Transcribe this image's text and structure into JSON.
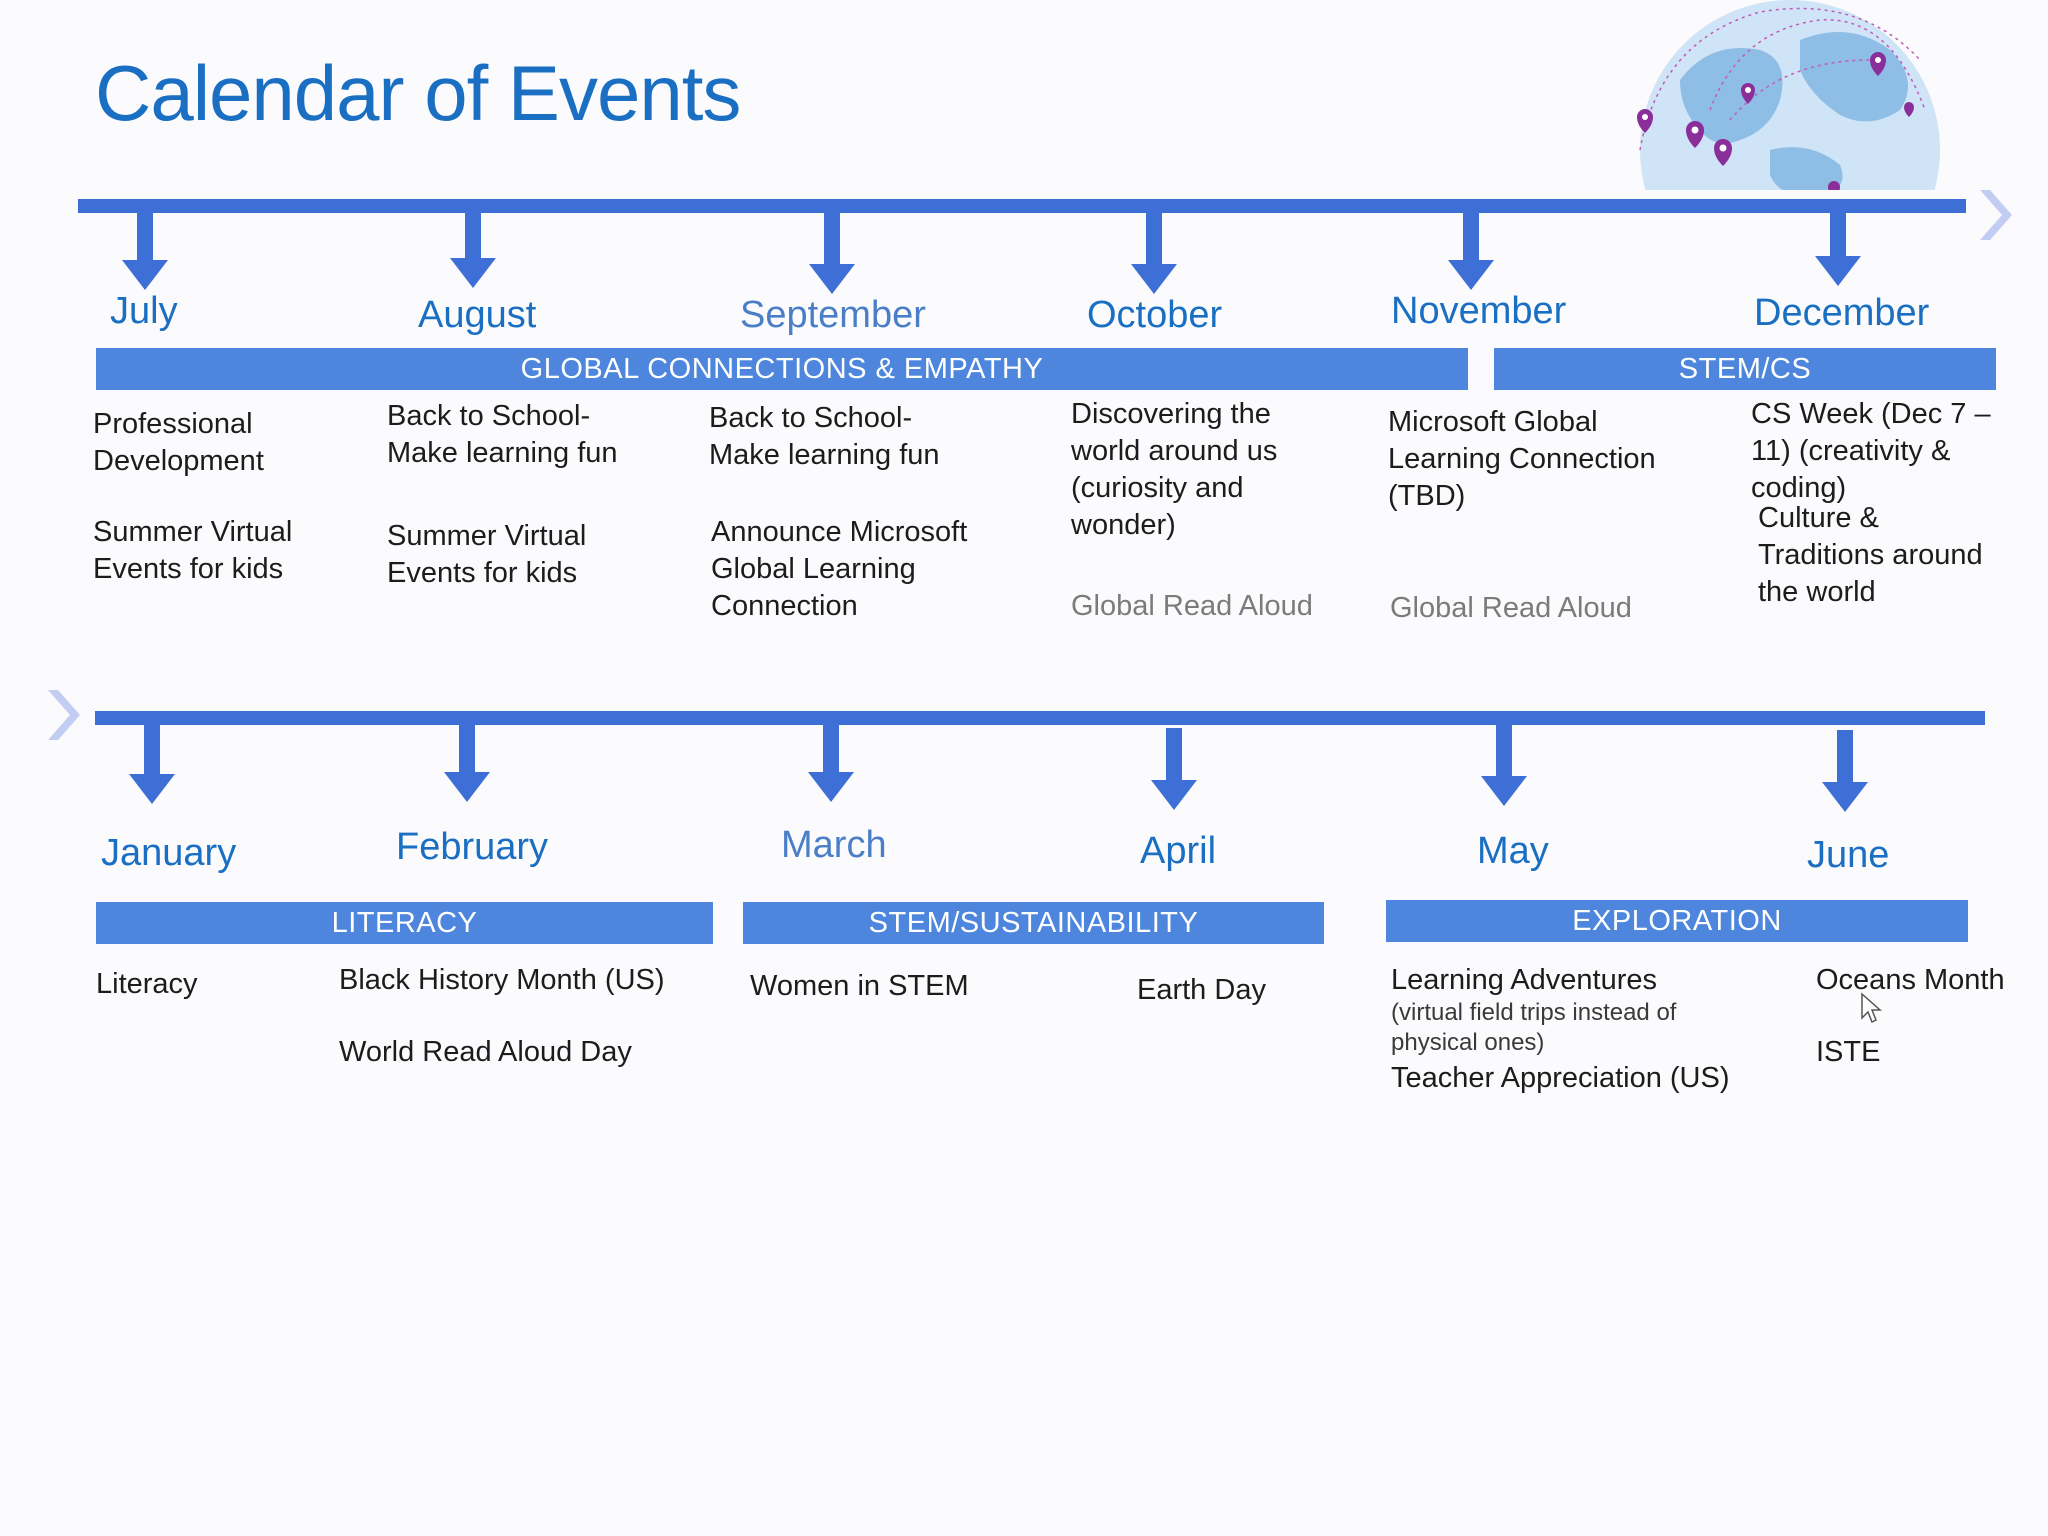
{
  "title": "Calendar of Events",
  "colors": {
    "accent": "#3d6fd6",
    "band": "#4d86dc",
    "title": "#1a6fc2"
  },
  "row1": {
    "months": [
      "July",
      "August",
      "September",
      "October",
      "November",
      "December"
    ],
    "bands": [
      "GLOBAL CONNECTIONS & EMPATHY",
      "STEM/CS"
    ],
    "events": {
      "july": [
        "Professional Development",
        "Summer Virtual Events for kids"
      ],
      "august": [
        "Back to School- Make learning fun",
        "Summer Virtual Events for kids"
      ],
      "september": [
        "Back to School- Make learning fun",
        "Announce Microsoft Global Learning Connection"
      ],
      "october": [
        "Discovering the world around us (curiosity and wonder)",
        "Global Read Aloud"
      ],
      "november": [
        "Microsoft Global Learning Connection (TBD)",
        "Global Read Aloud"
      ],
      "december": [
        "CS Week (Dec 7 – 11) (creativity & coding)",
        "Culture & Traditions around the world"
      ]
    }
  },
  "row2": {
    "months": [
      "January",
      "February",
      "March",
      "April",
      "May",
      "June"
    ],
    "bands": [
      "LITERACY",
      "STEM/SUSTAINABILITY",
      "EXPLORATION"
    ],
    "events": {
      "january": [
        "Literacy"
      ],
      "february": [
        "Black History Month (US)",
        "World Read Aloud Day"
      ],
      "march": [
        "Women in STEM"
      ],
      "april": [
        "Earth Day"
      ],
      "may": [
        "Learning Adventures",
        "(virtual field trips instead of physical ones)",
        "Teacher Appreciation (US)"
      ],
      "june": [
        "Oceans Month",
        "ISTE"
      ]
    }
  },
  "icons": [
    "globe-map-icon",
    "chevron-right-icon",
    "cursor-icon",
    "down-arrow-icon"
  ]
}
